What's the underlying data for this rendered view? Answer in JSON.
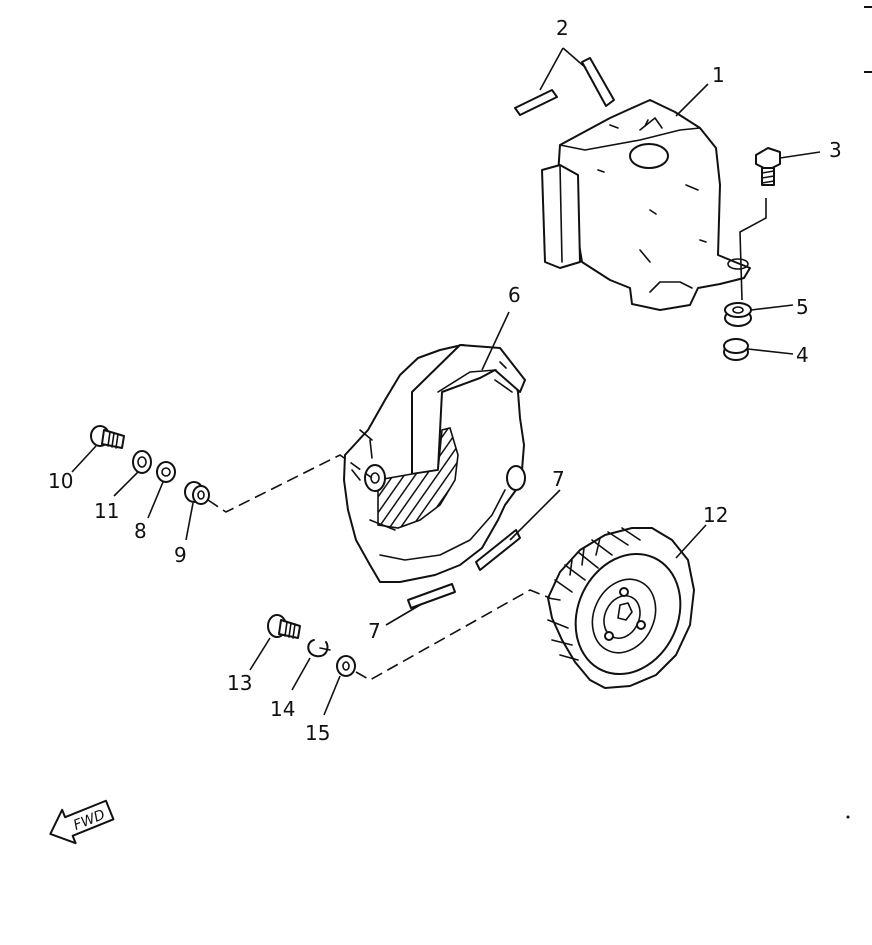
{
  "diagram": {
    "callouts": {
      "c1": "1",
      "c2": "2",
      "c3": "3",
      "c4": "4",
      "c5": "5",
      "c6": "6",
      "c7a": "7",
      "c7b": "7",
      "c8": "8",
      "c9": "9",
      "c10": "10",
      "c11": "11",
      "c12": "12",
      "c13": "13",
      "c14": "14",
      "c15": "15"
    },
    "fwd_label": "FWD"
  }
}
